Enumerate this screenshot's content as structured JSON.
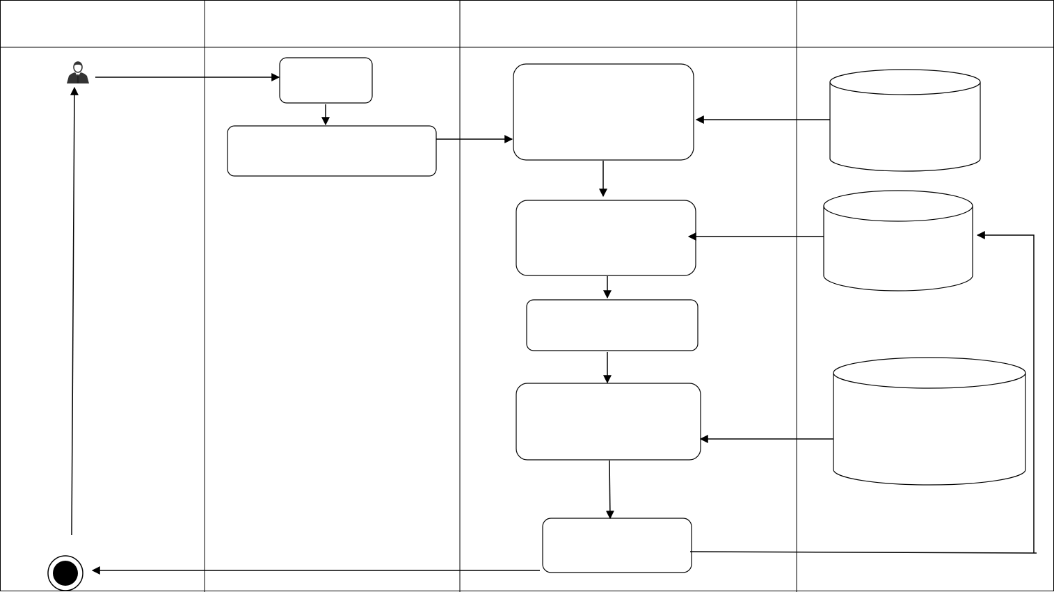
{
  "diagram": {
    "type": "swimlane-activity-diagram",
    "lanes": [
      {
        "id": "lane-1",
        "label": ""
      },
      {
        "id": "lane-2",
        "label": ""
      },
      {
        "id": "lane-3",
        "label": ""
      },
      {
        "id": "lane-4",
        "label": ""
      }
    ],
    "nodes": [
      {
        "id": "actor",
        "kind": "actor",
        "icon": "user-icon",
        "label": ""
      },
      {
        "id": "box-a",
        "kind": "activity",
        "label": ""
      },
      {
        "id": "box-b",
        "kind": "activity",
        "label": ""
      },
      {
        "id": "box-c",
        "kind": "activity",
        "label": ""
      },
      {
        "id": "box-d",
        "kind": "activity",
        "label": ""
      },
      {
        "id": "box-e",
        "kind": "activity",
        "label": ""
      },
      {
        "id": "box-f",
        "kind": "activity",
        "label": ""
      },
      {
        "id": "box-g",
        "kind": "activity",
        "label": ""
      },
      {
        "id": "db-1",
        "kind": "datastore",
        "icon": "database-icon",
        "label": ""
      },
      {
        "id": "db-2",
        "kind": "datastore",
        "icon": "database-icon",
        "label": ""
      },
      {
        "id": "db-3",
        "kind": "datastore",
        "icon": "database-icon",
        "label": ""
      },
      {
        "id": "end",
        "kind": "final-node",
        "label": ""
      }
    ],
    "edges": [
      {
        "from": "actor",
        "to": "box-a"
      },
      {
        "from": "box-a",
        "to": "box-b"
      },
      {
        "from": "box-b",
        "to": "box-c"
      },
      {
        "from": "db-1",
        "to": "box-c"
      },
      {
        "from": "box-c",
        "to": "box-d"
      },
      {
        "from": "db-2",
        "to": "box-d"
      },
      {
        "from": "box-d",
        "to": "box-e"
      },
      {
        "from": "box-e",
        "to": "box-f"
      },
      {
        "from": "db-3",
        "to": "box-f"
      },
      {
        "from": "box-f",
        "to": "box-g"
      },
      {
        "from": "box-g",
        "to": "db-2"
      },
      {
        "from": "box-g",
        "to": "end"
      },
      {
        "from": "end",
        "to": "actor"
      }
    ]
  }
}
